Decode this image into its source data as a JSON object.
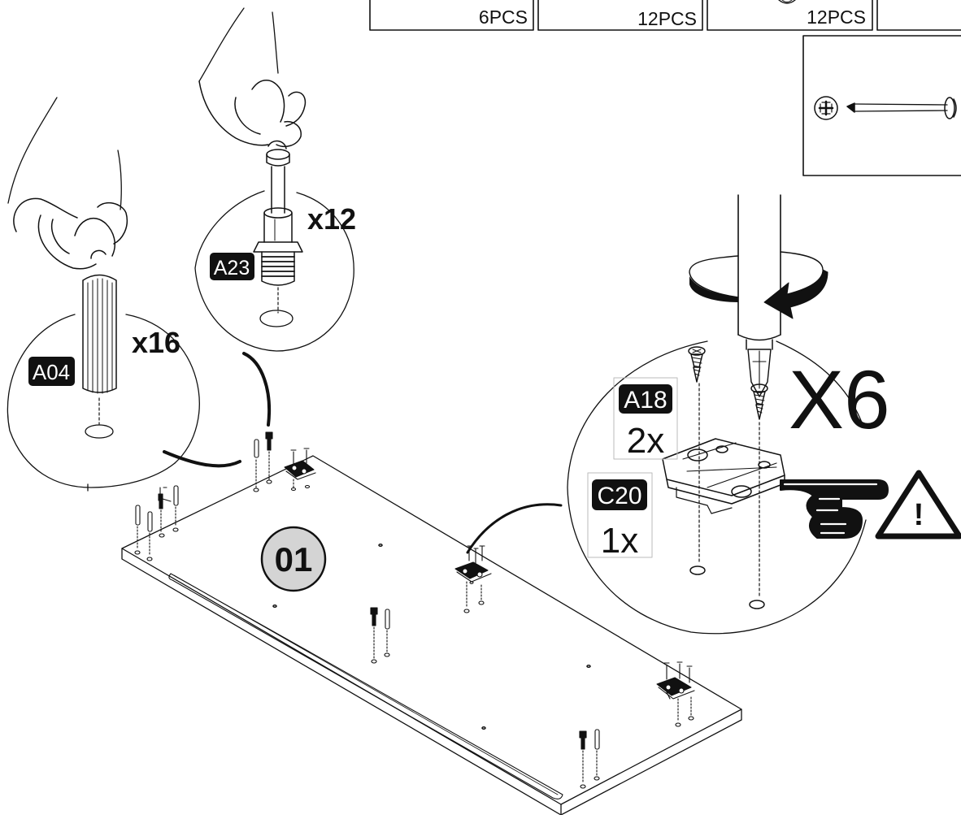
{
  "parts_table": {
    "cells": [
      {
        "qty": "6PCS"
      },
      {
        "qty": "12PCS"
      },
      {
        "qty": "12PCS"
      },
      {
        "qty": ""
      }
    ]
  },
  "callouts": {
    "dowel": {
      "code": "A04",
      "multiplier": "x16"
    },
    "cam_bolt": {
      "code": "A23",
      "multiplier": "x12"
    },
    "hinge": {
      "multiplier": "X6",
      "screw_code": "A18",
      "screw_qty": "2x",
      "plate_code": "C20",
      "plate_qty": "1x"
    }
  },
  "step": {
    "number": "01"
  },
  "warning": {
    "symbol": "!"
  },
  "icons": [
    "screwdriver-icon",
    "rotation-arrow-icon",
    "pointing-hand-icon",
    "warning-triangle-icon",
    "phillips-screw-icon"
  ]
}
